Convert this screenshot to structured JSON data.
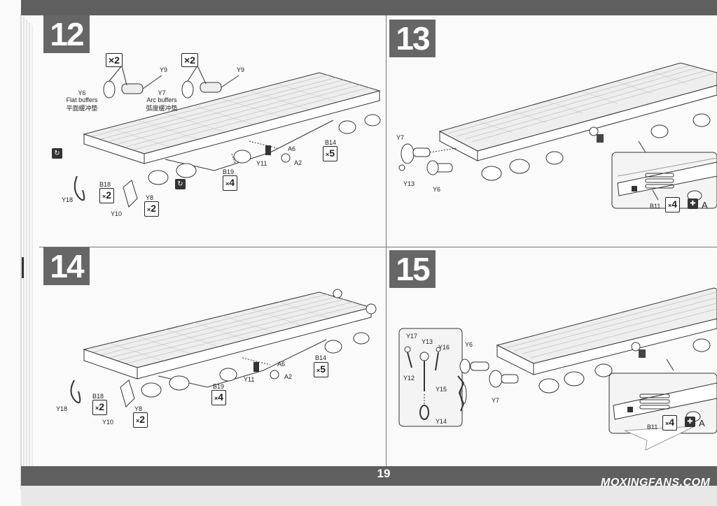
{
  "page_number": "19",
  "watermark": "MOXINGFANS.COM",
  "steps": [
    {
      "number": "12",
      "labels": {
        "qty_flat": "×2",
        "qty_arc": "×2",
        "y9_a": "Y9",
        "y9_b": "Y9",
        "y6": "Y6",
        "flat_en": "Flat buffers",
        "flat_cn": "平面缓冲垫",
        "y7": "Y7",
        "arc_en": "Arc buffers",
        "arc_cn": "弧度缓冲垫",
        "b14": "B14",
        "qty_b14": "5",
        "a6": "A6",
        "a2": "A2",
        "y11": "Y11",
        "b19": "B19",
        "qty_b19": "4",
        "y18": "Y18",
        "b18": "B18",
        "qty_b18": "2",
        "y8": "Y8",
        "qty_y8": "2",
        "y10": "Y10"
      }
    },
    {
      "number": "13",
      "labels": {
        "y7": "Y7",
        "y13": "Y13",
        "y6": "Y6",
        "b11": "B11",
        "qty_b11": "4",
        "a": "A"
      }
    },
    {
      "number": "14",
      "labels": {
        "b14": "B14",
        "qty_b14": "5",
        "a6": "A6",
        "a2": "A2",
        "y11": "Y11",
        "b19": "B19",
        "qty_b19": "4",
        "y18": "Y18",
        "b18": "B18",
        "qty_b18": "2",
        "y8": "Y8",
        "qty_y8": "2",
        "y10": "Y10"
      }
    },
    {
      "number": "15",
      "labels": {
        "y17": "Y17",
        "y13": "Y13",
        "y16": "Y16",
        "y12": "Y12",
        "y15": "Y15",
        "y14": "Y14",
        "y6": "Y6",
        "y7": "Y7",
        "b11": "B11",
        "qty_b11": "4",
        "a": "A"
      }
    }
  ],
  "icons": [
    "flip-over-icon",
    "cement-icon",
    "buffer-part-icon",
    "spring-part-icon"
  ]
}
